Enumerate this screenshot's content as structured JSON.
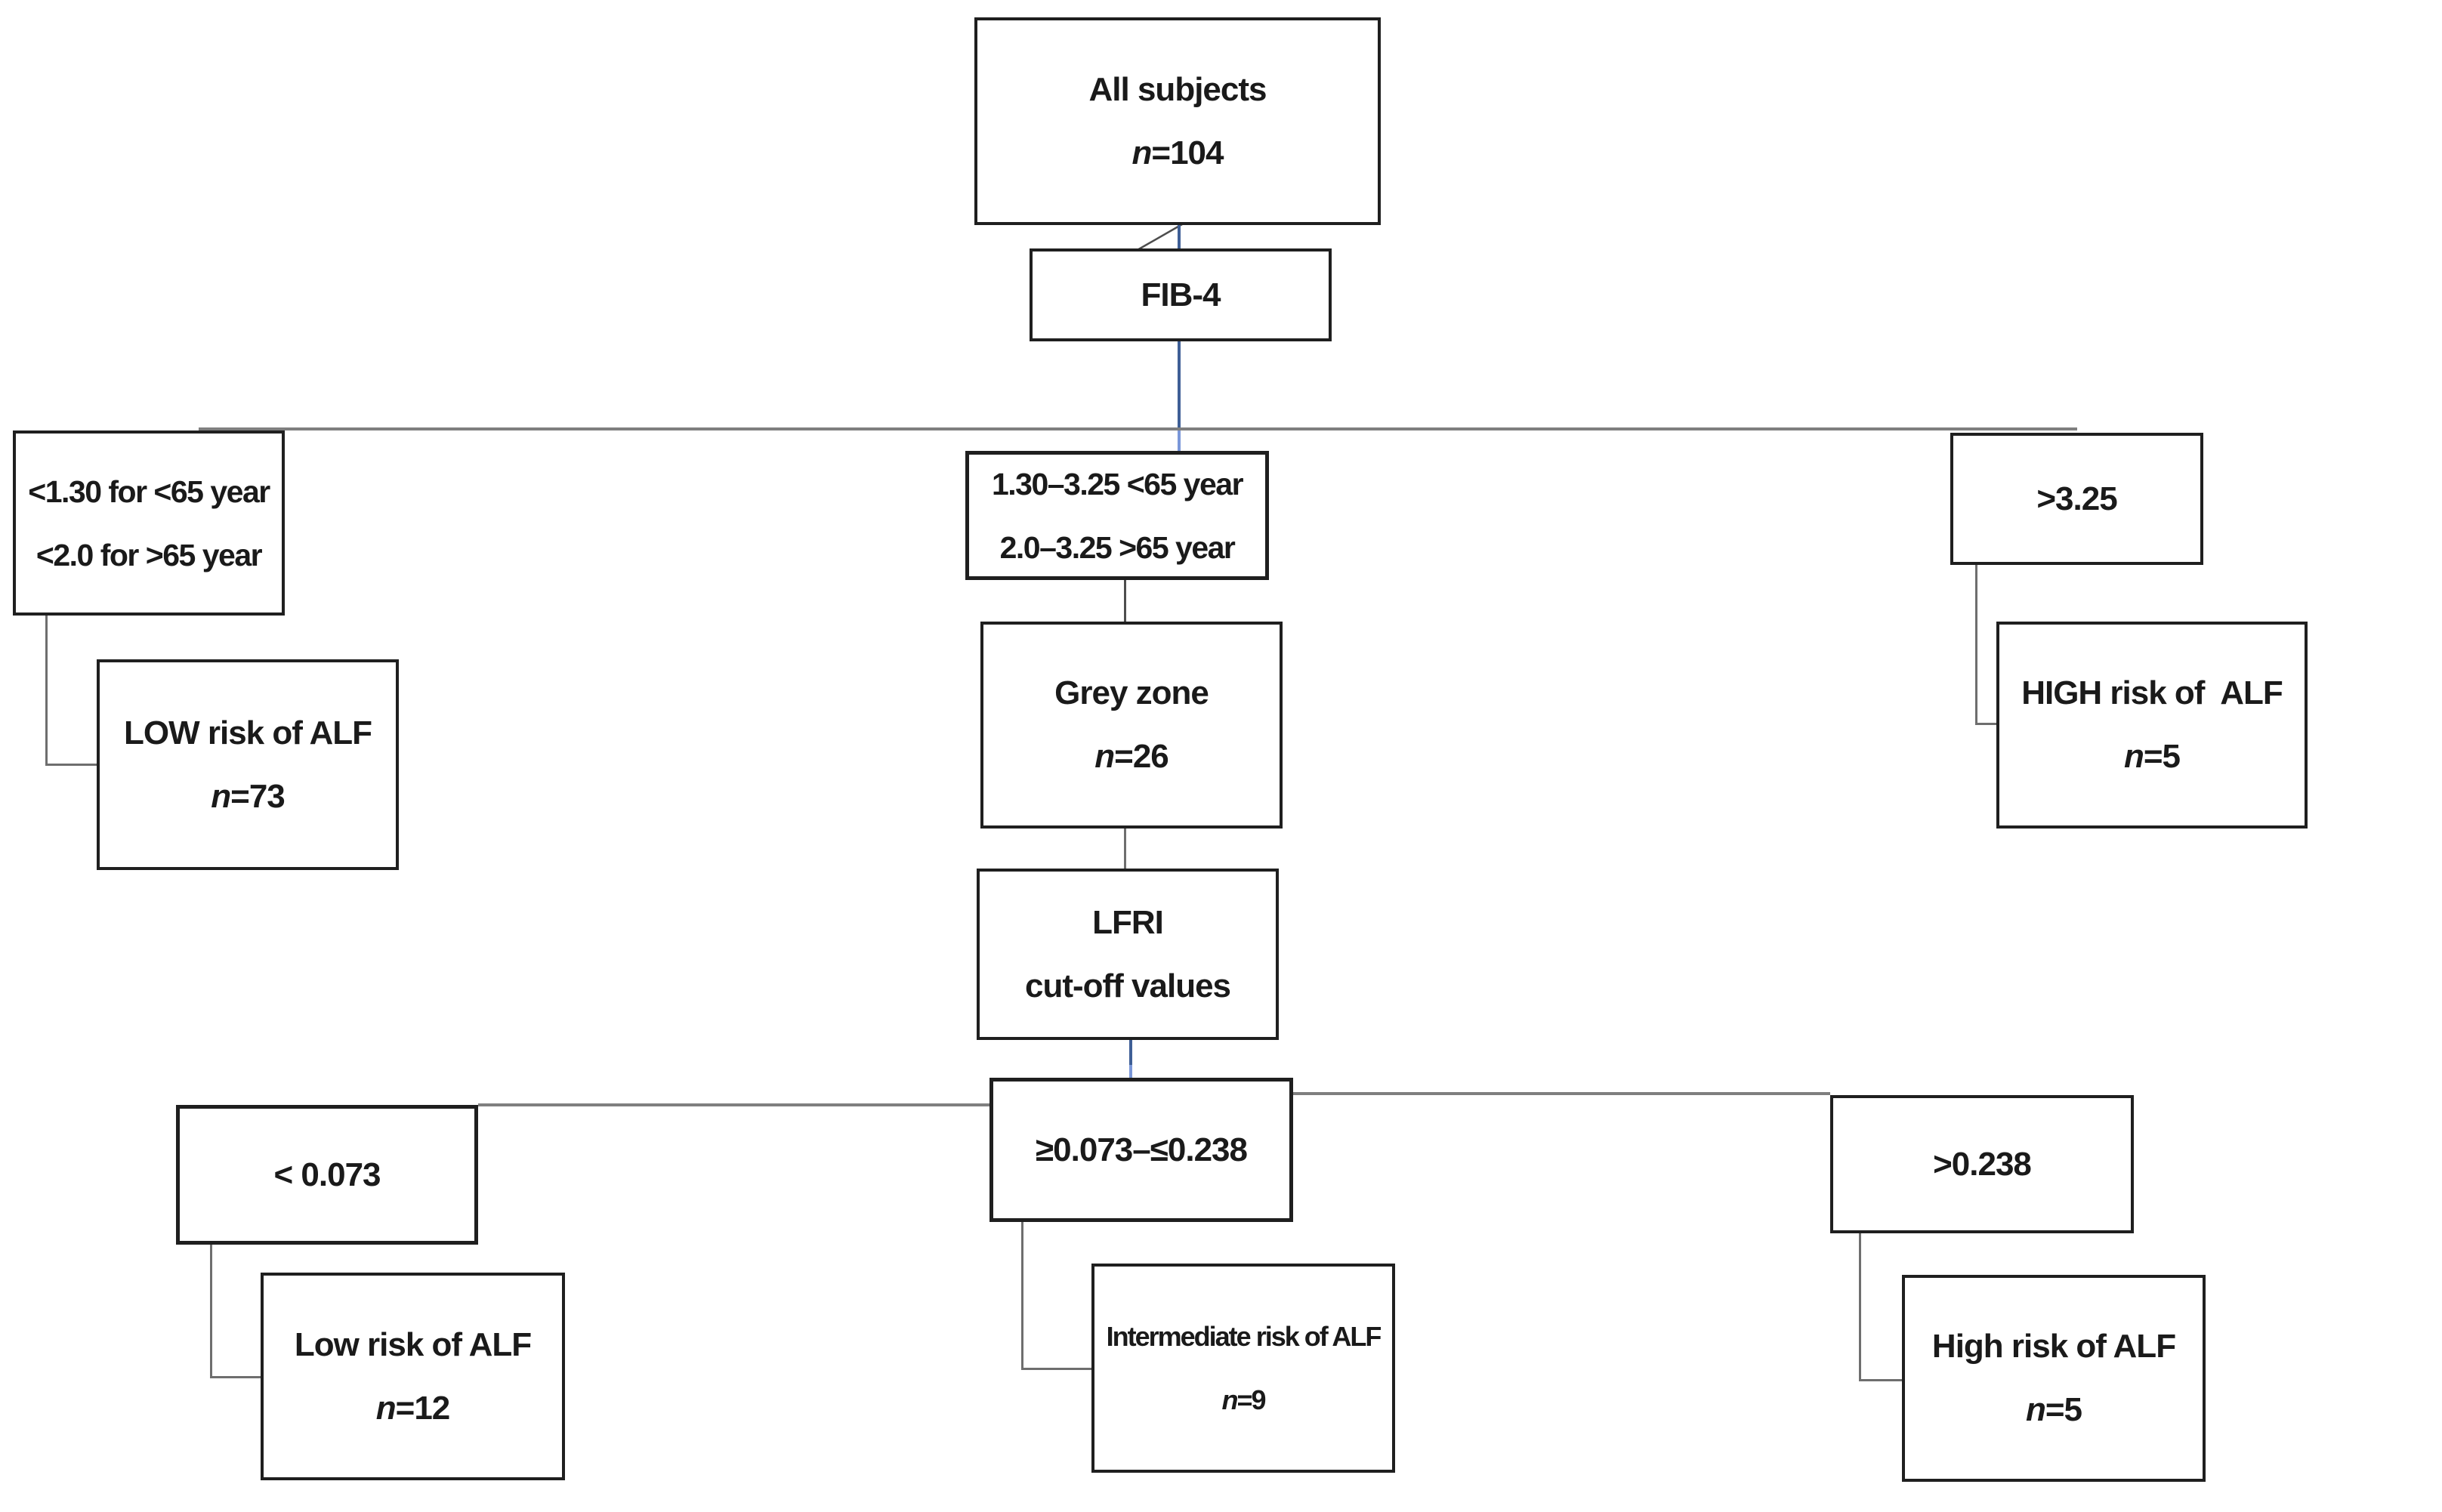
{
  "figure": {
    "type": "flowchart",
    "description": "Subject stratification by FIB-4 and LFRI cut-off values for risk of ALF",
    "colors": {
      "background": "#ffffff",
      "box_border": "#1f1f1f",
      "connector_gray": "#7f7f7f",
      "connector_dark": "#4d4d4d",
      "connector_blue": "#3f5f96",
      "connector_blue_light": "#7a97d9"
    }
  },
  "boxes": {
    "all_subjects": {
      "line1": "All subjects",
      "n_var": "n",
      "n_rest": "=104"
    },
    "fib4": {
      "line1": "FIB-4"
    },
    "fib4_low_criteria": {
      "line1": "<1.30 for <65 year",
      "line2": "<2.0 for >65 year"
    },
    "fib4_grey_criteria": {
      "line1": "1.30–3.25 <65 year",
      "line2": "2.0–3.25 >65 year"
    },
    "fib4_high_criteria": {
      "line1": ">3.25"
    },
    "low_risk": {
      "line1": "LOW risk of ALF",
      "n_var": "n",
      "n_rest": "=73"
    },
    "grey_zone": {
      "line1": "Grey zone",
      "n_var": "n",
      "n_rest": "=26"
    },
    "high_risk": {
      "line1": "HIGH risk of  ALF",
      "n_var": "n",
      "n_rest": "=5"
    },
    "lfri": {
      "line1": "LFRI",
      "line2": "cut-off values"
    },
    "lfri_low_criteria": {
      "line1": "< 0.073"
    },
    "lfri_mid_criteria": {
      "line1": "≥0.073–≤0.238"
    },
    "lfri_high_criteria": {
      "line1": ">0.238"
    },
    "lfri_low_risk": {
      "line1": "Low risk of ALF",
      "n_var": "n",
      "n_rest": "=12"
    },
    "lfri_mid_risk": {
      "line1": "Intermediate risk of ALF",
      "n_var": "n",
      "n_rest": "=9"
    },
    "lfri_high_risk": {
      "line1": "High risk of ALF",
      "n_var": "n",
      "n_rest": "=5"
    }
  }
}
